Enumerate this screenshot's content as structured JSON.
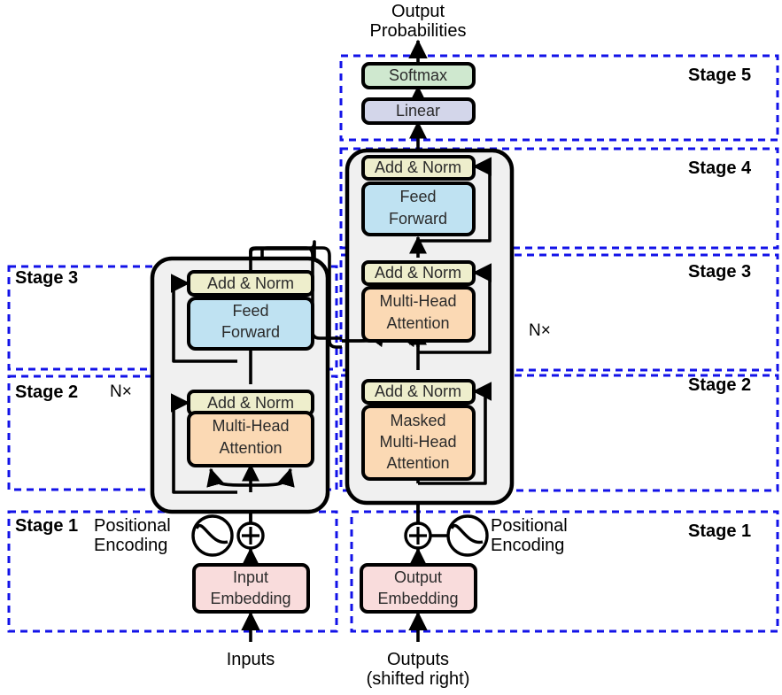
{
  "figure": {
    "title": "Transformer architecture with stage partitioning",
    "colors": {
      "stage_dashed_border": "#1212e8",
      "panel_fill": "#f0f0f0",
      "panel_stroke": "#000000",
      "add_norm_fill": "#eeeecc",
      "attention_fill": "#fbd9b4",
      "feed_forward_fill": "#bfe2f2",
      "embedding_fill": "#f9dcdc",
      "linear_fill": "#d3d6ea",
      "softmax_fill": "#cfe8cf",
      "arrow": "#000000",
      "text": "#2b2b2b"
    }
  },
  "top_labels": {
    "output_probabilities_line1": "Output",
    "output_probabilities_line2": "Probabilities"
  },
  "bottom_labels": {
    "inputs": "Inputs",
    "outputs_line1": "Outputs",
    "outputs_line2": "(shifted right)"
  },
  "stages": {
    "left": [
      {
        "name": "stage-3-left",
        "label": "Stage 3"
      },
      {
        "name": "stage-2-left",
        "label": "Stage 2"
      },
      {
        "name": "stage-1-left",
        "label": "Stage 1"
      }
    ],
    "right": [
      {
        "name": "stage-5-right",
        "label": "Stage 5"
      },
      {
        "name": "stage-4-right",
        "label": "Stage 4"
      },
      {
        "name": "stage-3-right",
        "label": "Stage 3"
      },
      {
        "name": "stage-2-right",
        "label": "Stage 2"
      },
      {
        "name": "stage-1-right",
        "label": "Stage 1"
      }
    ]
  },
  "repeat_labels": {
    "encoder_nx": "N×",
    "decoder_nx": "N×"
  },
  "encoder": {
    "blocks": [
      {
        "name": "add-norm",
        "label": "Add & Norm"
      },
      {
        "name": "feed-forward",
        "line1": "Feed",
        "line2": "Forward"
      },
      {
        "name": "add-norm",
        "label": "Add & Norm"
      },
      {
        "name": "multi-head-attention",
        "line1": "Multi-Head",
        "line2": "Attention"
      }
    ]
  },
  "decoder": {
    "blocks": [
      {
        "name": "add-norm",
        "label": "Add & Norm"
      },
      {
        "name": "feed-forward",
        "line1": "Feed",
        "line2": "Forward"
      },
      {
        "name": "add-norm",
        "label": "Add & Norm"
      },
      {
        "name": "multi-head-attention",
        "line1": "Multi-Head",
        "line2": "Attention"
      },
      {
        "name": "add-norm",
        "label": "Add & Norm"
      },
      {
        "name": "masked-multi-head-attention",
        "line1": "Masked",
        "line2": "Multi-Head",
        "line3": "Attention"
      }
    ]
  },
  "head": {
    "softmax": "Softmax",
    "linear": "Linear"
  },
  "embeddings": {
    "input_line1": "Input",
    "input_line2": "Embedding",
    "output_line1": "Output",
    "output_line2": "Embedding"
  },
  "positional_encoding": {
    "left_line1": "Positional",
    "left_line2": "Encoding",
    "right_line1": "Positional",
    "right_line2": "Encoding",
    "operator": "⊕",
    "icon": "sine-wave-circle"
  }
}
